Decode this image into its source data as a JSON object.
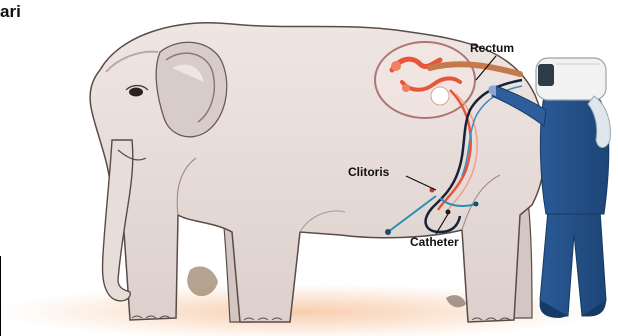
{
  "corner_text": "ari",
  "labels": {
    "rectum": "Rectum",
    "clitoris": "Clitoris",
    "catheter": "Catheter"
  },
  "colors": {
    "elephant_body": "#e9dfdc",
    "elephant_outline": "#5a4b45",
    "ground_shadow": "#f3d2b8",
    "coverall": "#2e5d9b",
    "helmet": "#f2f2f2",
    "reproductive_tract": "#e8563a",
    "highlight_circle": "#7a1f1f",
    "catheter": "#1f6f8b"
  },
  "icons": {
    "animal": "elephant-illustration",
    "person": "operator-in-blue-coverall",
    "device": "endoscope-catheter"
  }
}
